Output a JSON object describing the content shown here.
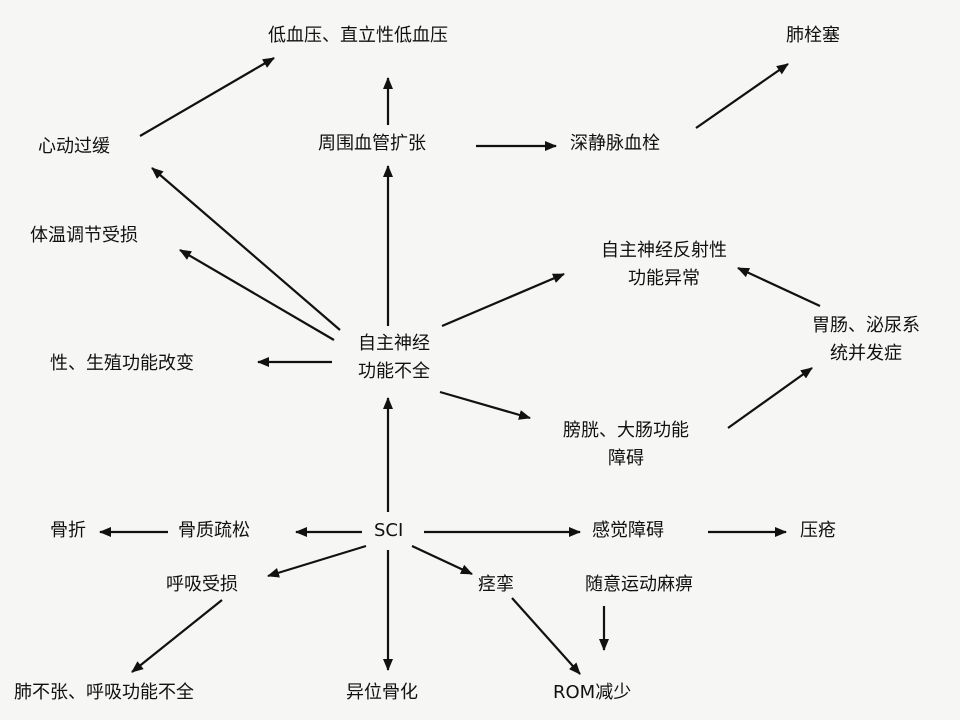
{
  "nodes": {
    "low_bp": "低血压、直立性低血压",
    "pe": "肺栓塞",
    "bradycardia": "心动过缓",
    "vasodilation": "周围血管扩张",
    "dvt": "深静脉血栓",
    "thermo": "体温调节受损",
    "ad_line1": "自主神经反射性",
    "ad_line2": "功能异常",
    "gi_line1": "胃肠、泌尿系",
    "gi_line2": "统并发症",
    "ans_line1": "自主神经",
    "ans_line2": "功能不全",
    "sexual": "性、生殖功能改变",
    "bladder_line1": "膀胱、大肠功能",
    "bladder_line2": "障碍",
    "fracture": "骨折",
    "osteoporosis": "骨质疏松",
    "sci": "SCI",
    "sensory": "感觉障碍",
    "pressure_sore": "压疮",
    "respiratory": "呼吸受损",
    "spasm": "痉挛",
    "paralysis": "随意运动麻痹",
    "atelectasis": "肺不张、呼吸功能不全",
    "heterotopic": "异位骨化",
    "rom": "ROM减少"
  },
  "colors": {
    "stroke": "#111111",
    "background": "#f6f6f4"
  }
}
